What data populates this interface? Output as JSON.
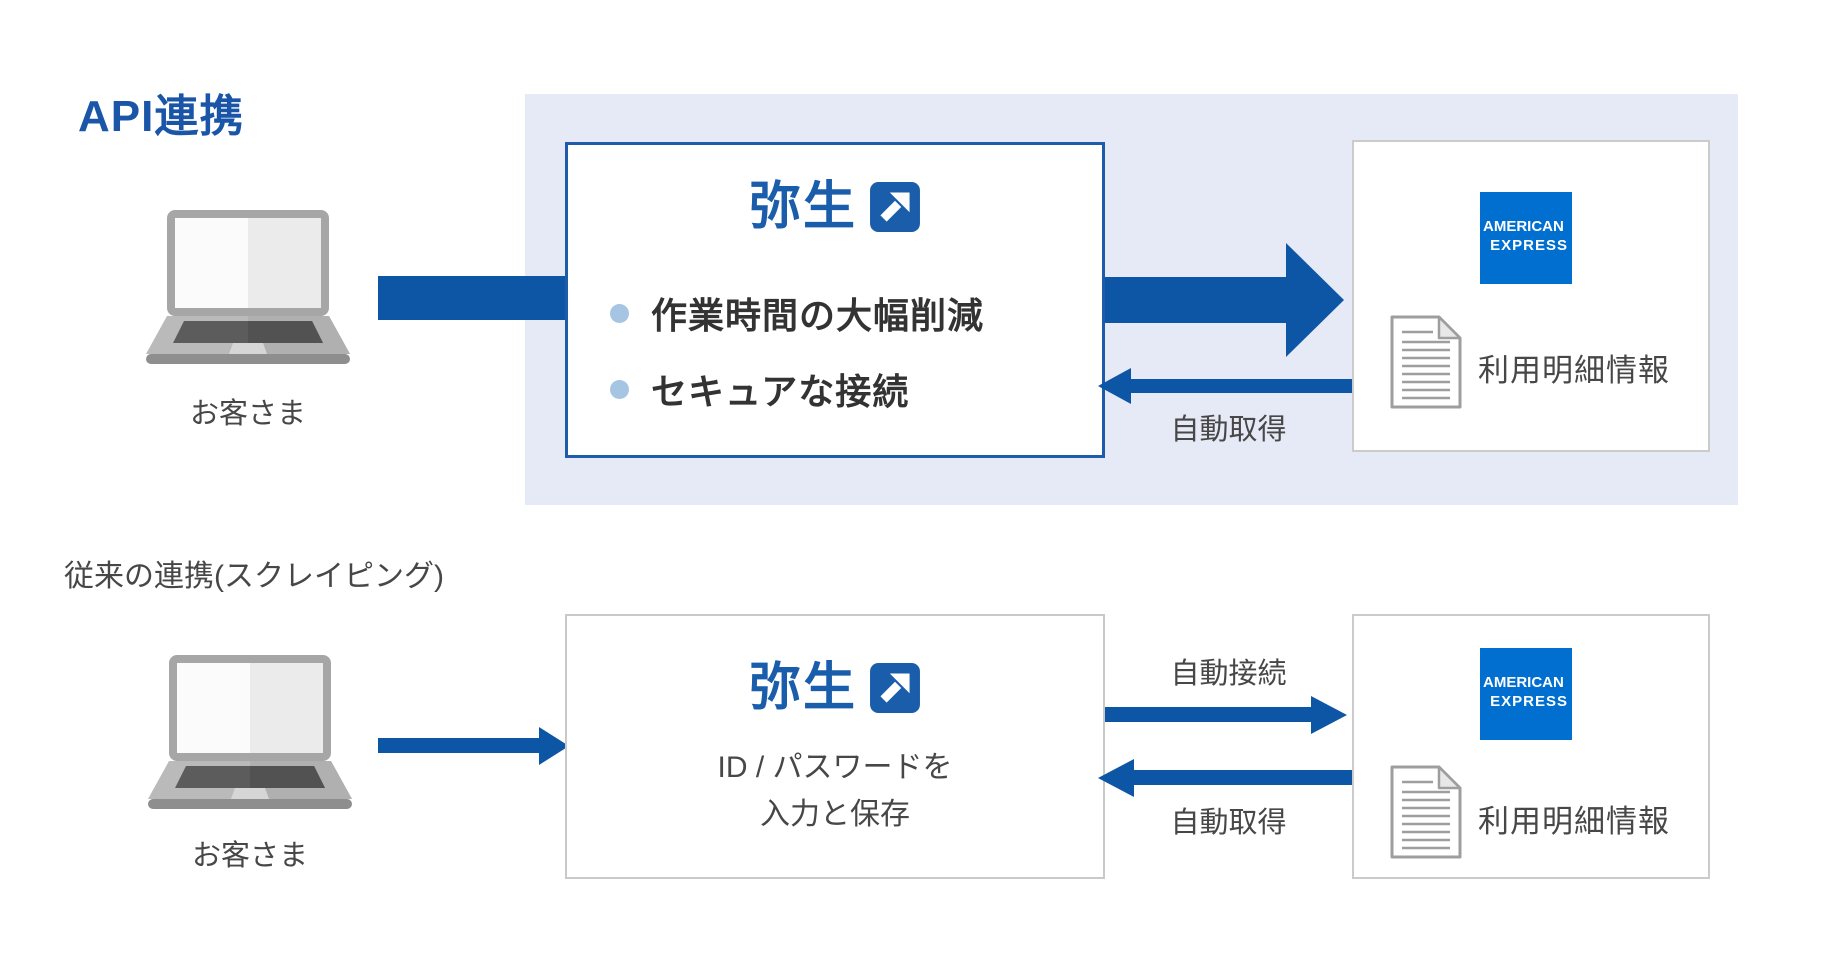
{
  "colors": {
    "accent_blue": "#0d55a5",
    "yayoi_blue": "#1a5dab",
    "amex_blue": "#016fd0",
    "panel_bg": "#e6eaf6",
    "text_dark": "#474747"
  },
  "api_section": {
    "title": "API連携",
    "customer_label": "お客さま",
    "yayoi_box": {
      "logo_text": "弥生",
      "benefits": [
        "作業時間の大幅削減",
        "セキュアな接続"
      ]
    },
    "fetch_arrow_label": "自動取得",
    "amex_box": {
      "logo_line1": "AMERICAN",
      "logo_line2": "EXPRESS",
      "statement_label": "利用明細情報"
    }
  },
  "legacy_section": {
    "heading": "従来の連携(スクレイピング)",
    "customer_label": "お客さま",
    "yayoi_box": {
      "logo_text": "弥生",
      "description_line1": "ID / パスワードを",
      "description_line2": "入力と保存"
    },
    "connect_arrow_label": "自動接続",
    "fetch_arrow_label": "自動取得",
    "amex_box": {
      "logo_line1": "AMERICAN",
      "logo_line2": "EXPRESS",
      "statement_label": "利用明細情報"
    }
  }
}
